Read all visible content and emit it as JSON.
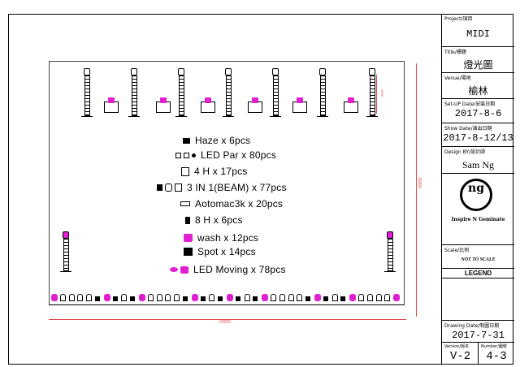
{
  "stage": {
    "dim_height": "15000",
    "dim_width": "22000",
    "tower_dim": "3500"
  },
  "legend": [
    {
      "icon": "haze-icon",
      "text": "Haze x 6pcs"
    },
    {
      "icon": "led-par-icon",
      "text": "LED Par x 80pcs"
    },
    {
      "icon": "4h-icon",
      "text": "4 H x 17pcs"
    },
    {
      "icon": "3in1-beam-icon",
      "text": "3 IN 1(BEAM) x 77pcs"
    },
    {
      "icon": "aotomac-icon",
      "text": "Aotomac3k x 20pcs"
    },
    {
      "icon": "8h-icon",
      "text": "8 H x 6pcs"
    },
    {
      "icon": "wash-icon",
      "text": "wash x 12pcs"
    },
    {
      "icon": "spot-icon",
      "text": "Spot x 14pcs"
    },
    {
      "icon": "led-moving-icon",
      "text": "LED Moving x 78pcs"
    }
  ],
  "title_block": {
    "project_label": "Project/項目",
    "project_value": "MIDI",
    "title_label": "Title/標題",
    "title_value": "燈光圖",
    "venue_label": "Venue/場地",
    "venue_value": "榆林",
    "setup_label": "Set-UP Date/安裝日期",
    "setup_value": "2017-8-6",
    "show_label": "Show Date/演出日期",
    "show_value": "2017-8-12/13",
    "design_label": "Design BY/設計師",
    "design_value": "Sam Ng",
    "logo_text": "Inspire N Geminate",
    "logo_letters": "ng",
    "scale_label": "Scale/比例",
    "scale_value": "NOT TO SCALE",
    "legend_label": "LEGEND",
    "drawing_date_label": "Drawing Date/制圖日期",
    "drawing_date_value": "2017-7-31",
    "version_label": "Version/版本",
    "version_value": "V-2",
    "number_label": "Number/圖號",
    "number_value": "4-3"
  },
  "colors": {
    "fixture_magenta": "#e020d0",
    "dimension_red": "#e24a4a"
  }
}
